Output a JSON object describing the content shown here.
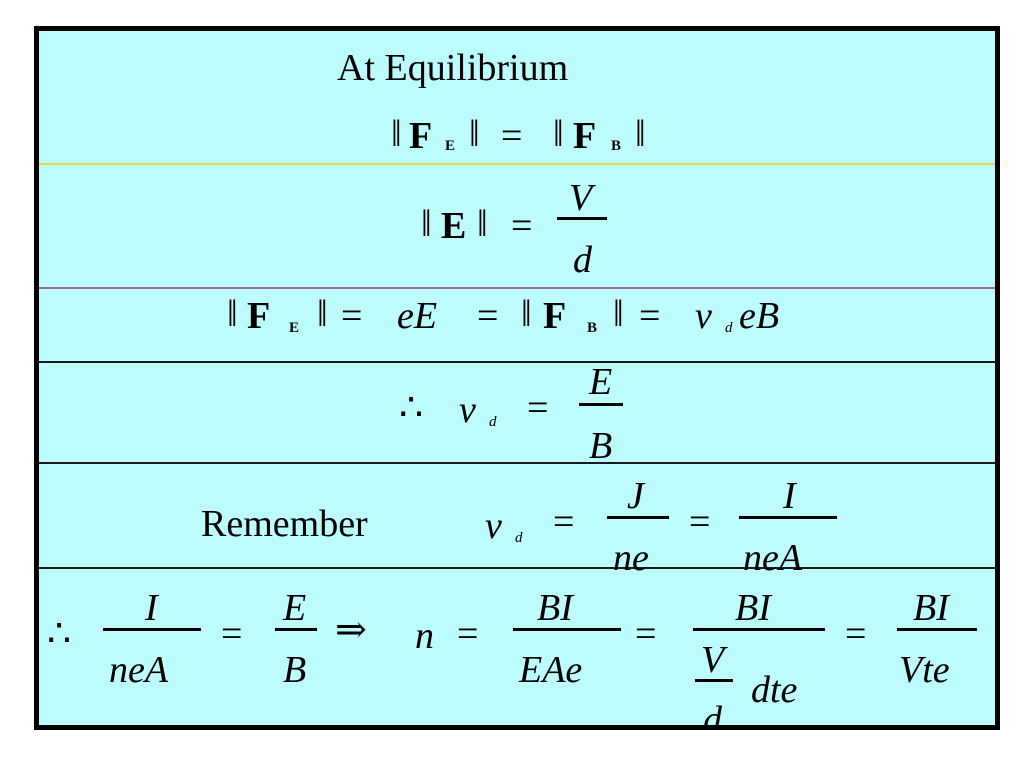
{
  "slide": {
    "row1": {
      "title": "At Equilibrium",
      "norm": "‖",
      "F": "F",
      "E": "E",
      "B": "B",
      "eq": "="
    },
    "row2": {
      "norm": "‖",
      "E": "E",
      "eq": "=",
      "V": "V",
      "d": "d"
    },
    "row3": {
      "norm": "‖",
      "F": "F",
      "E": "E",
      "B": "B",
      "eq": "=",
      "eE": "eE",
      "v": "v",
      "d": "d",
      "eB": "eB"
    },
    "row4": {
      "therefore": "∴",
      "v": "v",
      "d": "d",
      "eq": "=",
      "E": "E",
      "B": "B"
    },
    "row5": {
      "remember": "Remember",
      "v": "v",
      "d": "d",
      "eq": "=",
      "J": "J",
      "ne": "ne",
      "I": "I",
      "neA": "neA"
    },
    "row6": {
      "therefore": "∴",
      "I": "I",
      "neA": "neA",
      "eq": "=",
      "E": "E",
      "B": "B",
      "implies": "⇒",
      "n": "n",
      "BI": "BI",
      "EAe": "EAe",
      "V": "V",
      "d": "d",
      "dte": "dte",
      "Vte": "Vte"
    },
    "colors": {
      "background": "#bcfcfc",
      "border": "#000000",
      "divider_yellow": "#e8d64a",
      "divider_purple": "#9a6aa0",
      "divider_dark": "#1a1a1a"
    }
  }
}
